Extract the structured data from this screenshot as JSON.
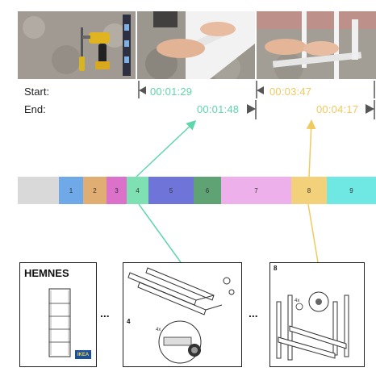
{
  "video": {
    "start_label": "Start:",
    "end_label": "End:",
    "clips": [
      {
        "start": "00:01:29",
        "end": "00:01:48",
        "color": "#5dd6a9"
      },
      {
        "start": "00:03:47",
        "end": "00:04:17",
        "color": "#f0c95f"
      }
    ]
  },
  "timeline": {
    "segments": [
      {
        "label": "",
        "color": "#d9d9d9"
      },
      {
        "label": "1",
        "color": "#6fa9e8"
      },
      {
        "label": "2",
        "color": "#e0ad72"
      },
      {
        "label": "3",
        "color": "#db71c9"
      },
      {
        "label": "4",
        "color": "#7fe0b3"
      },
      {
        "label": "5",
        "color": "#6f74d8"
      },
      {
        "label": "6",
        "color": "#5fa273"
      },
      {
        "label": "7",
        "color": "#eeb0ea"
      },
      {
        "label": "8",
        "color": "#f3d07a"
      },
      {
        "label": "9",
        "color": "#6fe8e4"
      }
    ]
  },
  "manual": {
    "title": "HEMNES",
    "brand": "IKEA",
    "step_a": "4",
    "step_b": "8",
    "detail_a": "4x",
    "detail_b": "4x",
    "ellipsis": "..."
  }
}
